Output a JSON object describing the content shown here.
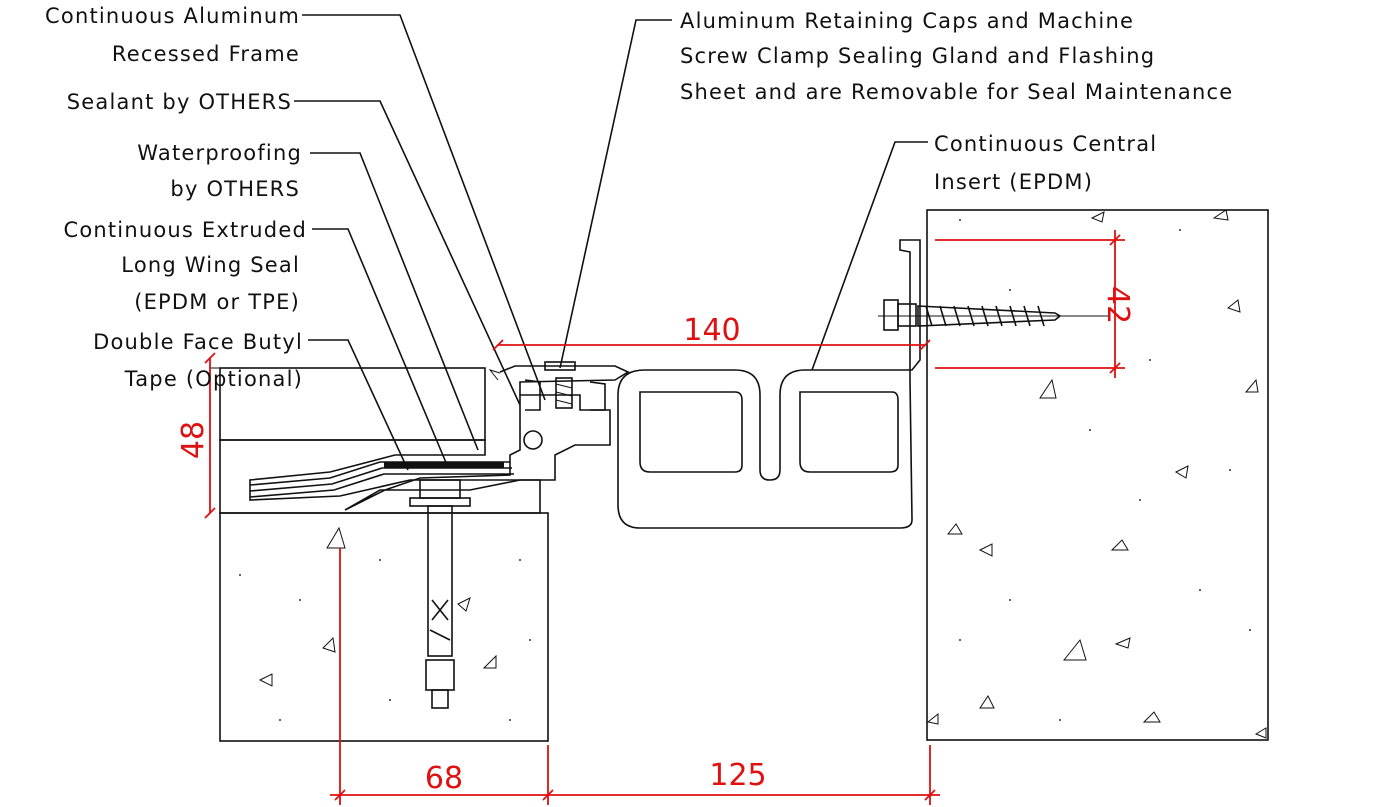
{
  "labels": {
    "frame_1": "Continuous Aluminum",
    "frame_2": "Recessed Frame",
    "sealant": "Sealant by OTHERS",
    "waterproofing_1": "Waterproofing",
    "waterproofing_2": "by OTHERS",
    "wing_1": "Continuous Extruded",
    "wing_2": "Long Wing Seal",
    "wing_3": "(EPDM or TPE)",
    "butyl_1": "Double Face Butyl",
    "butyl_2": "Tape (Optional)",
    "caps_1": "Aluminum Retaining Caps and Machine",
    "caps_2": "Screw Clamp Sealing Gland and Flashing",
    "caps_3": "Sheet and are Removable for Seal Maintenance",
    "insert_1": "Continuous Central",
    "insert_2": "Insert (EPDM)"
  },
  "dimensions": {
    "width_top": "140",
    "height_left": "48",
    "height_right": "42",
    "anchor_offset": "68",
    "gap": "125"
  },
  "colors": {
    "line": "#111111",
    "dimension": "#e01010"
  }
}
